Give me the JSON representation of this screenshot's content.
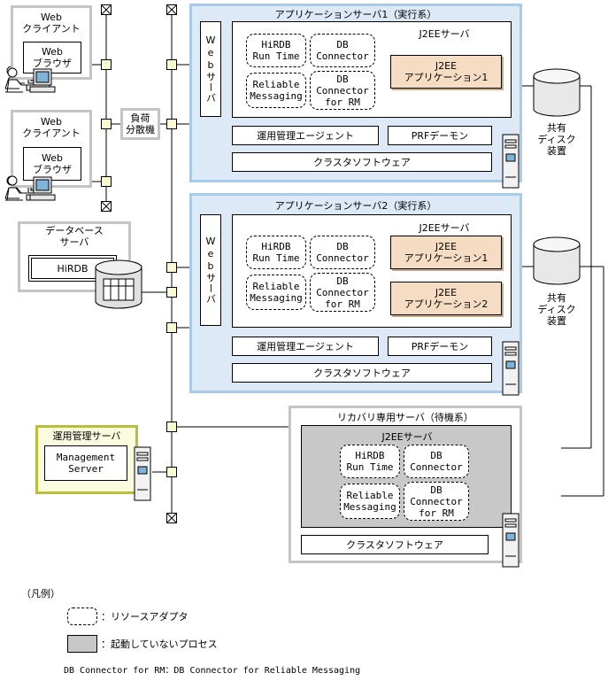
{
  "clients": [
    {
      "title": "Web\nクライアント",
      "browser": "Web\nブラウザ"
    },
    {
      "title": "Web\nクライアント",
      "browser": "Web\nブラウザ"
    }
  ],
  "load_balancer": "負荷\n分散機",
  "db_server": {
    "title": "データベース\nサーバ",
    "hirdb": "HiRDB"
  },
  "mgmt_server": {
    "title": "運用管理サーバ",
    "inner": "Management\nServer"
  },
  "app1": {
    "title": "アプリケーションサーバ1（実行系）",
    "web_server": "Webサーバ",
    "j2ee_title": "J2EEサーバ",
    "hirdb_runtime": "HiRDB\nRun Time",
    "db_connector": "DB\nConnector",
    "reliable_messaging": "Reliable\nMessaging",
    "db_connector_rm": "DB\nConnector\nfor RM",
    "apps": [
      "J2EE\nアプリケーション1"
    ],
    "agent": "運用管理エージェント",
    "prf": "PRFデーモン",
    "cluster": "クラスタソフトウェア"
  },
  "app2": {
    "title": "アプリケーションサーバ2（実行系）",
    "web_server": "Webサーバ",
    "j2ee_title": "J2EEサーバ",
    "hirdb_runtime": "HiRDB\nRun Time",
    "db_connector": "DB\nConnector",
    "reliable_messaging": "Reliable\nMessaging",
    "db_connector_rm": "DB\nConnector\nfor RM",
    "apps": [
      "J2EE\nアプリケーション1",
      "J2EE\nアプリケーション2"
    ],
    "agent": "運用管理エージェント",
    "prf": "PRFデーモン",
    "cluster": "クラスタソフトウェア"
  },
  "recovery": {
    "title": "リカバリ専用サーバ（待機系）",
    "j2ee_title": "J2EEサーバ",
    "hirdb_runtime": "HiRDB\nRun Time",
    "db_connector": "DB\nConnector",
    "reliable_messaging": "Reliable\nMessaging",
    "db_connector_rm": "DB\nConnector\nfor RM",
    "cluster": "クラスタソフトウェア"
  },
  "shared_disks": [
    "共有\nディスク\n装置",
    "共有\nディスク\n装置"
  ],
  "legend": {
    "title": "（凡例）",
    "resource_adapter": "：リソースアダプタ",
    "inactive_process": "：起動していないプロセス",
    "abbrev": "DB Connector for RM：DB Connector for Reliable Messaging"
  },
  "colors": {
    "app_server_fill": "#dde9f6",
    "app_server_border": "#a9cbea",
    "j2ee_app_fill": "#f7dcc4",
    "mgmt_fill": "#fbfbe0",
    "mgmt_border": "#b8bf3c",
    "inactive_fill": "#c8c8c8",
    "gray_border": "#c4c4c4"
  }
}
